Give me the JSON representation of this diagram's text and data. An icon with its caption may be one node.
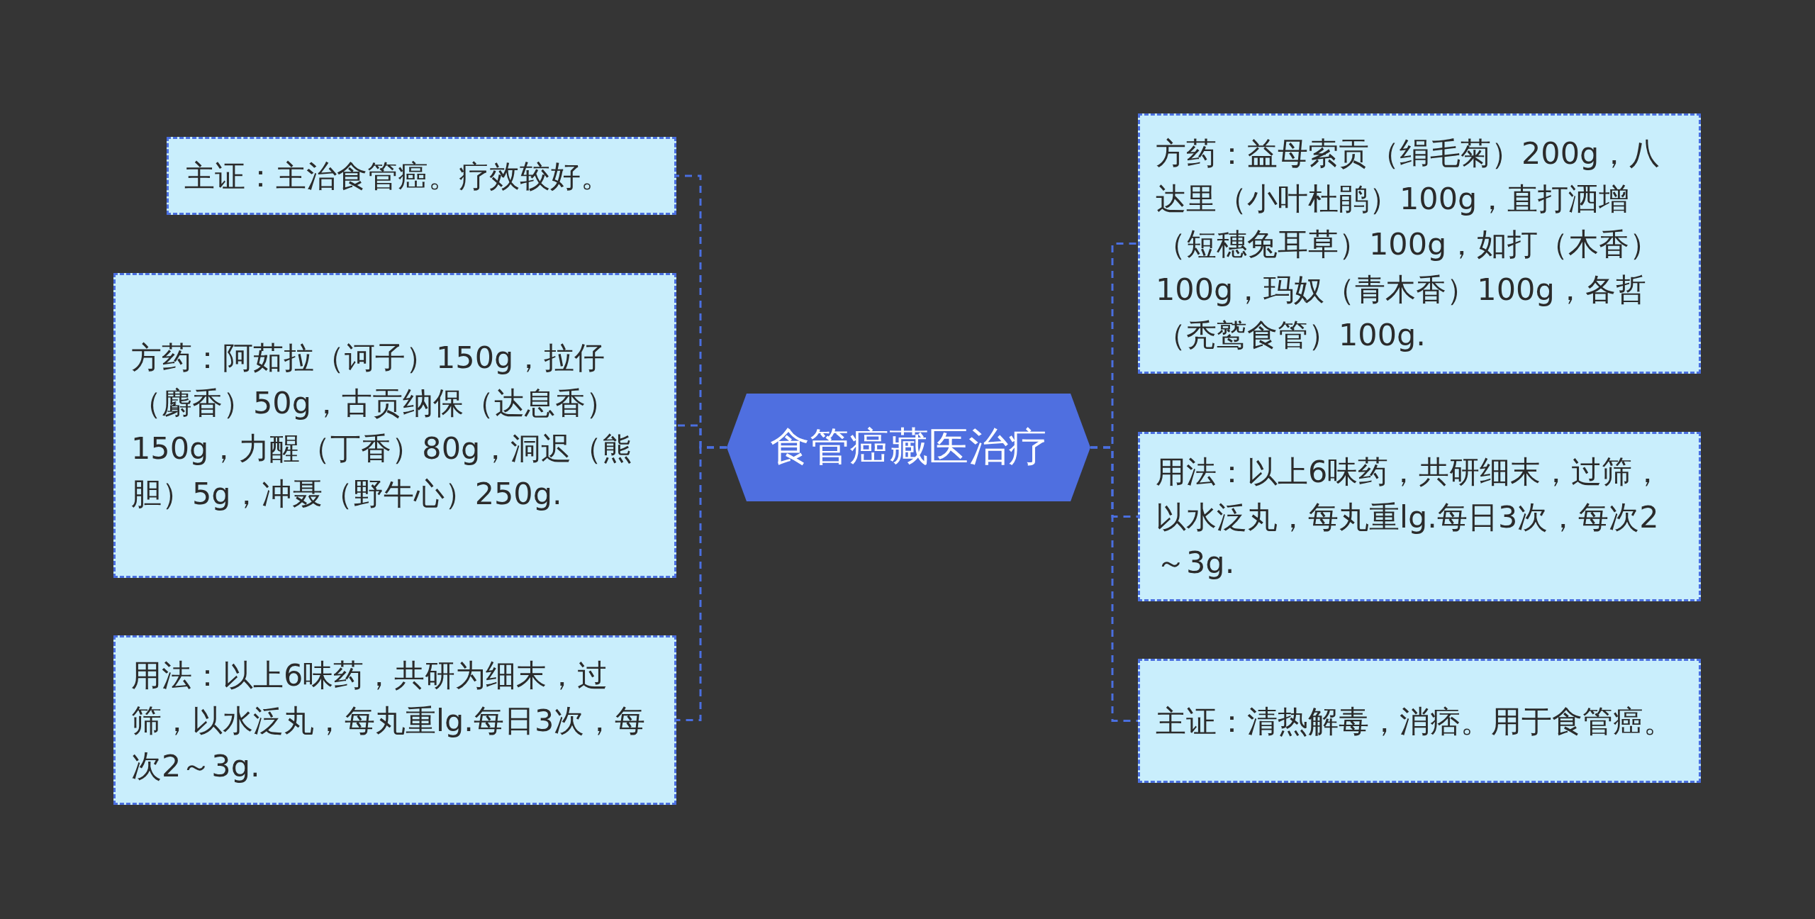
{
  "diagram": {
    "nodes": [
      {
        "text": [
          "食管癌藏医治疗"
        ]
      },
      {
        "text": [
          "主证：主治食管癌。疗效较好。"
        ]
      },
      {
        "text": [
          "方药：阿茹拉（诃子）150g，拉仔（麝香）50g，古贡纳保（达息香）150g，力醒（丁香）80g，洞迟（熊胆）5g，冲聂（野牛心）250g."
        ]
      },
      {
        "text": [
          "用法：以上6味药，共研为细末，过筛，以水泛丸，每丸重lg.每日3次，每次2～3g."
        ]
      },
      {
        "text": [
          "方药：益母索贡（绢毛菊）200g，八达里（小叶杜鹃）100g，直打洒增（短穗兔耳草）100g，如打（木香）100g，玛奴（青木香）100g，各哲（秃鹫食管）100g."
        ]
      },
      {
        "text": [
          "用法：以上6味药，共研细末，过筛，以水泛丸，每丸重lg.每日3次，每次2～3g."
        ]
      },
      {
        "text": [
          "主证：清热解毒，消痞。用于食管癌。"
        ]
      }
    ],
    "edges": [
      {
        "from": 0,
        "to": 1,
        "arrow": "none"
      },
      {
        "from": 0,
        "to": 2,
        "arrow": "none"
      },
      {
        "from": 0,
        "to": 3,
        "arrow": "none"
      },
      {
        "from": 0,
        "to": 4,
        "arrow": "none"
      },
      {
        "from": 0,
        "to": 5,
        "arrow": "none"
      },
      {
        "from": 0,
        "to": 6,
        "arrow": "none"
      }
    ]
  }
}
